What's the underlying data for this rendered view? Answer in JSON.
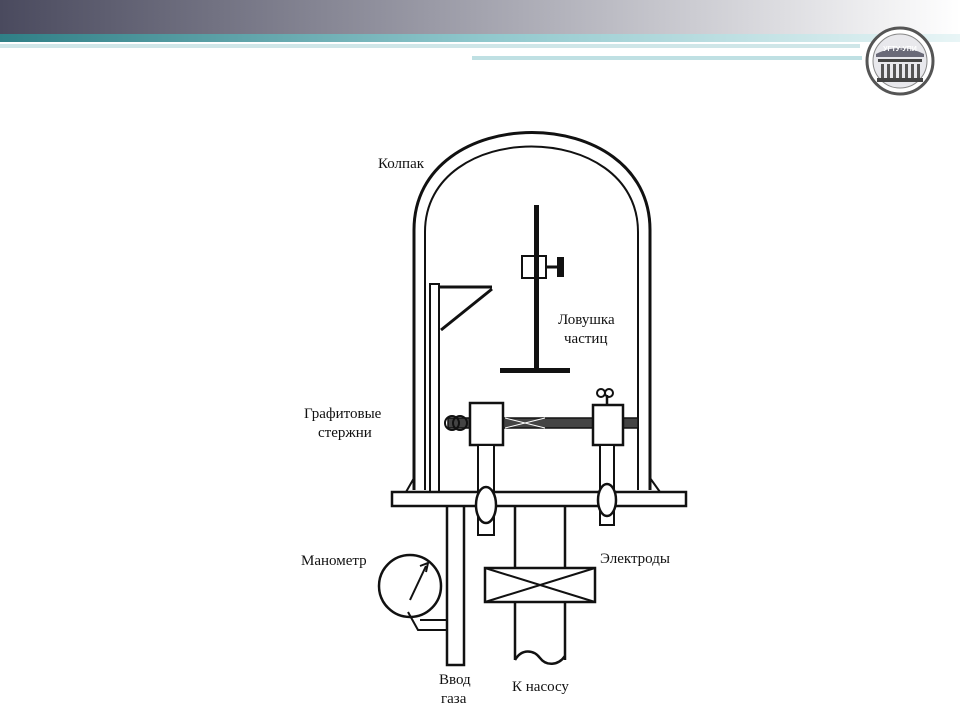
{
  "logo": {
    "text": "УГТУ-УПИ"
  },
  "labels": {
    "kolpak": "Колпак",
    "trap_line1": "Ловушка",
    "trap_line2": "частиц",
    "rods_line1": "Графитовые",
    "rods_line2": "стержни",
    "manometer": "Манометр",
    "electrodes": "Электроды",
    "gas_line1": "Ввод",
    "gas_line2": "газа",
    "pump": "К насосу"
  },
  "colors": {
    "accent": "#2f7f86",
    "dark": "#4a4a5a",
    "ink": "#111111"
  }
}
